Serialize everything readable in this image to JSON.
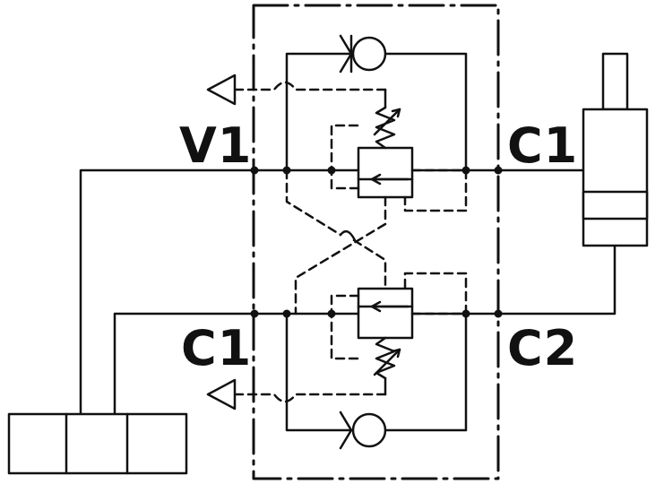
{
  "diagram": {
    "type": "hydraulic-schematic",
    "colors": {
      "line": "#111111",
      "background": "#ffffff"
    },
    "labels": {
      "top_left": "V1",
      "top_right": "C1",
      "bottom_left": "C1",
      "bottom_right": "C2"
    },
    "components": [
      "check-valve",
      "pressure-relief-valve",
      "spring",
      "pilot-line",
      "hydraulic-cylinder",
      "directional-control-valve",
      "drain-symbol"
    ]
  }
}
